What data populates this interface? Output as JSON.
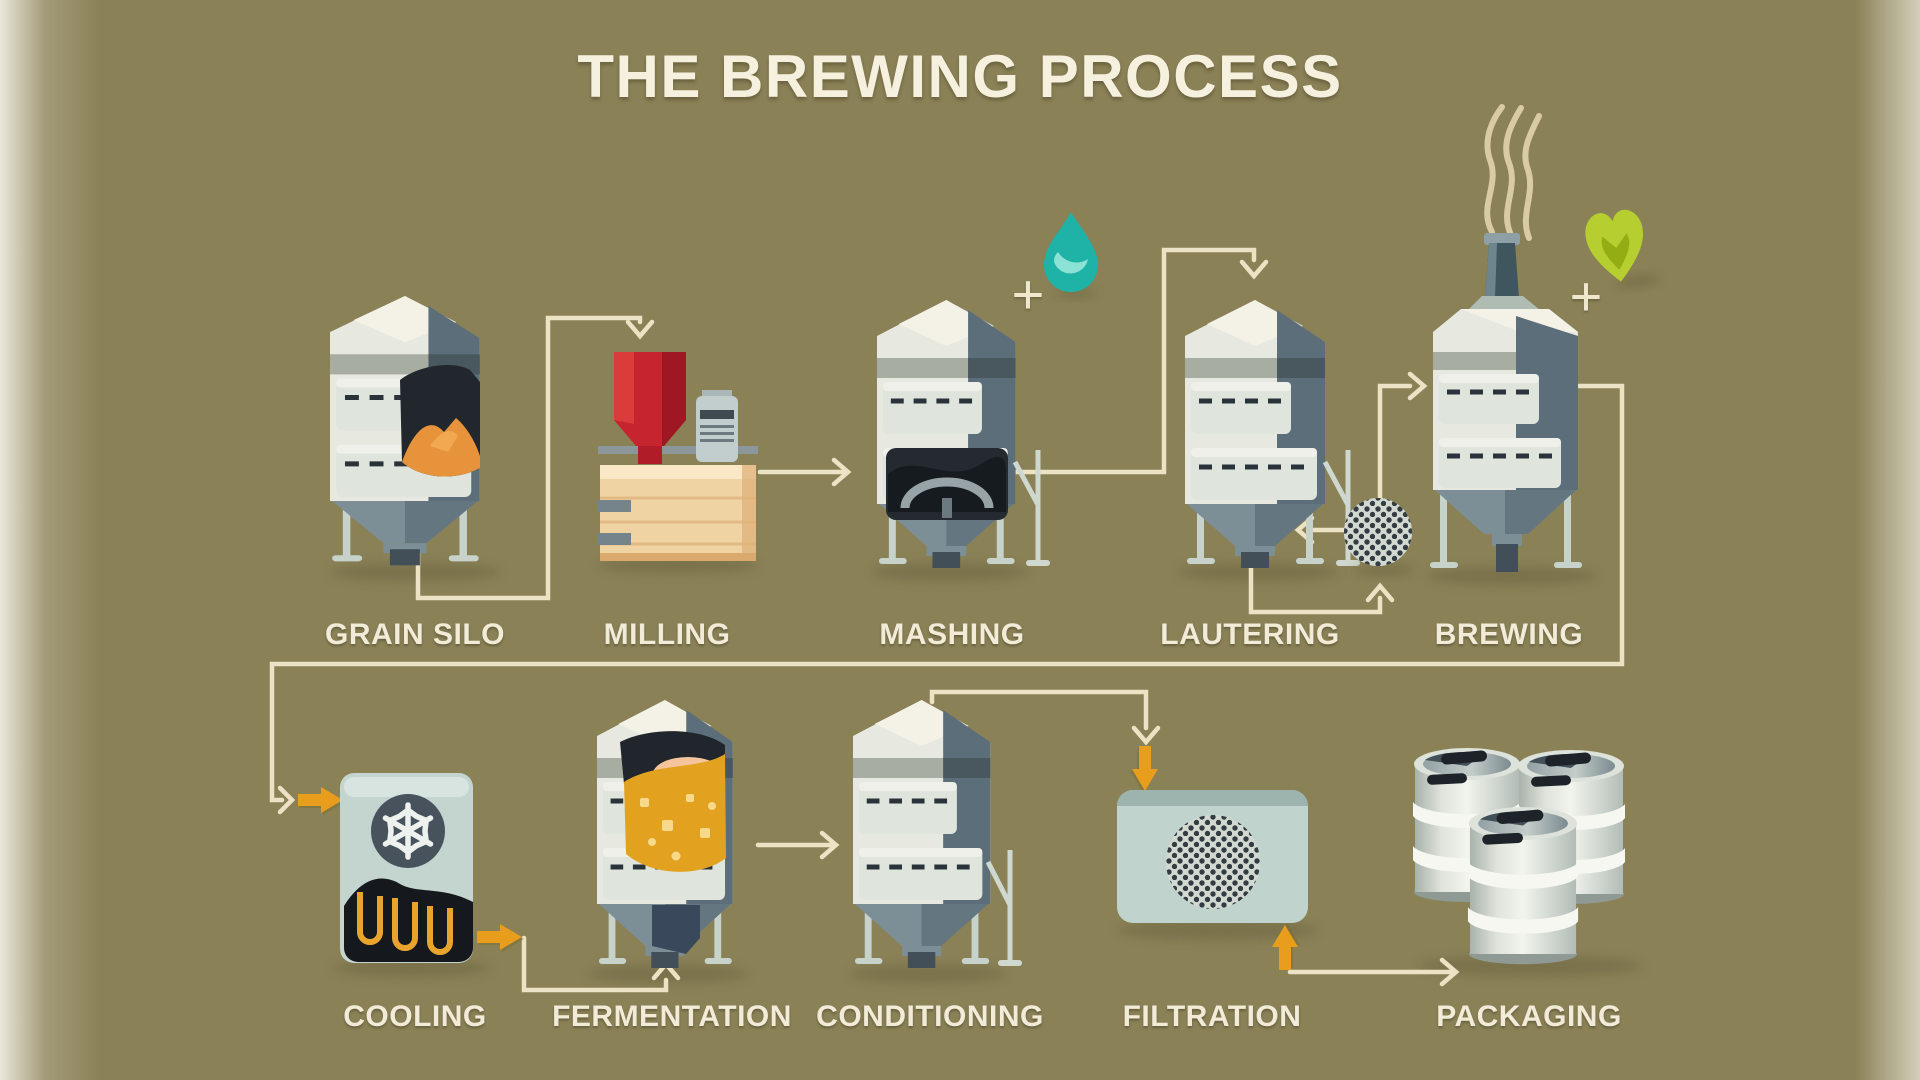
{
  "title": "THE BREWING PROCESS",
  "labels": {
    "grain_silo": "GRAIN SILO",
    "milling": "MILLING",
    "mashing": "MASHING",
    "lautering": "LAUTERING",
    "brewing": "BREWING",
    "cooling": "COOLING",
    "fermentation": "FERMENTATION",
    "conditioning": "CONDITIONING",
    "filtration": "FILTRATION",
    "packaging": "PACKAGING"
  },
  "symbols": {
    "plus": "+"
  },
  "icons": [
    "water-drop-icon",
    "hops-icon",
    "steam-icon",
    "snowflake-icon",
    "mesh-filter-icon",
    "keg-icon",
    "plus-icon"
  ],
  "colors": {
    "background": "#8a8157",
    "connector_line": "#ece3c5",
    "accent_orange": "#e99d1d",
    "water_teal": "#1fb3a7",
    "hops_green": "#b6ce2f",
    "hopper_red": "#c6242e",
    "text_cream": "#f2ecdb"
  }
}
